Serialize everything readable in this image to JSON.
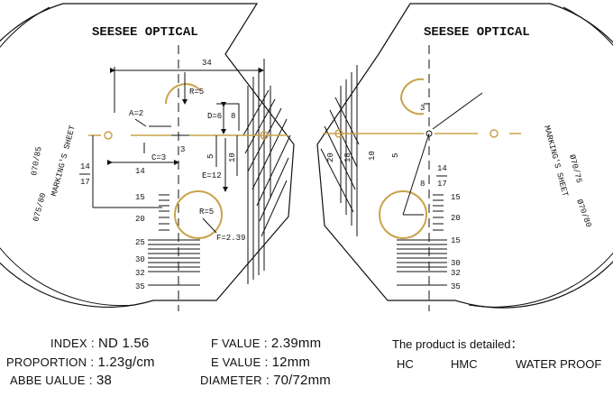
{
  "left_lens": {
    "brand": "SEESEE OPTICAL",
    "sheet_label": "MARKING'S SHEET",
    "diam_inner": "070/85",
    "diam_outer": "075/80",
    "dims": {
      "width_34": "34",
      "radius_top": "R=5",
      "a": "A=2",
      "d": "D=6",
      "eight": "8",
      "c": "C=3",
      "three": "3",
      "five": "5",
      "ten": "10",
      "fourteen_a": "14",
      "seventeen": "17",
      "fourteen_b": "14",
      "e": "E=12",
      "radius_bottom": "R=5",
      "f": "F=2.39"
    },
    "scale": [
      "15",
      "20",
      "25",
      "30",
      "32",
      "35"
    ]
  },
  "right_lens": {
    "brand": "SEESEE OPTICAL",
    "sheet_label": "MARKING'S SHEET",
    "diam_inner": "Ø70/75",
    "diam_outer": "Ø70/80",
    "dims": {
      "three": "3",
      "eight": "8",
      "fourteen": "14",
      "seventeen": "17",
      "ten": "10",
      "five": "5",
      "twenty": "20",
      "eighteen": "18"
    },
    "scale": [
      "15",
      "20",
      "15",
      "30",
      "32",
      "35"
    ]
  },
  "specs": {
    "index_label": "INDEX",
    "index_value": "ND 1.56",
    "proportion_label": "PROPORTION",
    "proportion_value": "1.23g/cm",
    "abbe_label": "ABBE UALUE",
    "abbe_value": "38",
    "f_label": "F VALUE",
    "f_value": "2.39mm",
    "e_label": "E VALUE",
    "e_value": "12mm",
    "diameter_label": "DIAMETER",
    "diameter_value": "70/72mm",
    "colon": ":"
  },
  "features": {
    "heading": "The product is detailed：",
    "items": [
      "HC",
      "HMC",
      "WATER PROOF"
    ]
  },
  "colors": {
    "gold": "#c9a24a",
    "line": "#111111"
  }
}
